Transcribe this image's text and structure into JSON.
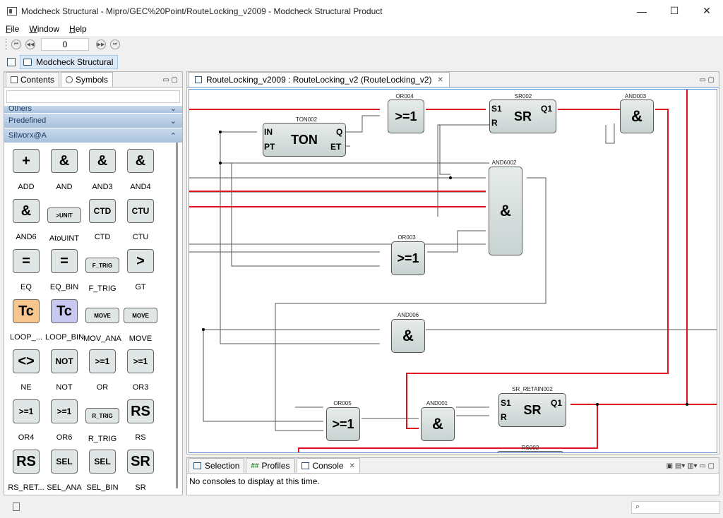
{
  "window": {
    "title": "Modcheck Structural - Mipro/GEC%20Point/RouteLocking_v2009 - Modcheck Structural Product",
    "minimize": "—",
    "maximize": "☐",
    "close": "✕"
  },
  "menu": [
    {
      "label": "File",
      "key": "F",
      "rest": "ile"
    },
    {
      "label": "Window",
      "key": "W",
      "rest": "indow"
    },
    {
      "label": "Help",
      "key": "H",
      "rest": "elp"
    }
  ],
  "toolbar": {
    "counter_value": "0",
    "nav_first": "⏮",
    "nav_prev": "◀◀",
    "nav_next": "▶▶",
    "nav_last": "⏭"
  },
  "perspective": {
    "label": "Modcheck Structural"
  },
  "left_panel": {
    "tabs": [
      {
        "label": "Contents",
        "active": false
      },
      {
        "label": "Symbols",
        "active": true
      }
    ],
    "categories": [
      {
        "label": "Others",
        "chevron": "⌄"
      },
      {
        "label": "Predefined",
        "chevron": "⌄"
      },
      {
        "label": "Silworx@A",
        "chevron": "⌃"
      }
    ],
    "symbols": [
      {
        "glyph": "+",
        "label": "ADD",
        "tint": "#dfe6e5"
      },
      {
        "glyph": "&",
        "label": "AND",
        "tint": "#dfe6e5"
      },
      {
        "glyph": "&",
        "label": "AND3",
        "tint": "#dfe6e5"
      },
      {
        "glyph": "&",
        "label": "AND4",
        "tint": "#dfe6e5"
      },
      {
        "glyph": "&",
        "label": "AND6",
        "tint": "#dfe6e5"
      },
      {
        "glyph": ">UNIT",
        "label": "AtoUINT",
        "tint": "#dfe6e5"
      },
      {
        "glyph": "CTD",
        "label": "CTD",
        "tint": "#dfe6e5"
      },
      {
        "glyph": "CTU",
        "label": "CTU",
        "tint": "#dfe6e5"
      },
      {
        "glyph": "=",
        "label": "EQ",
        "tint": "#dfe6e5"
      },
      {
        "glyph": "=",
        "label": "EQ_BIN",
        "tint": "#dfe6e5"
      },
      {
        "glyph": "F_TRIG",
        "label": "F_TRIG",
        "tint": "#dfe6e5"
      },
      {
        "glyph": ">",
        "label": "GT",
        "tint": "#dfe6e5"
      },
      {
        "glyph": "Tc",
        "label": "LOOP_...",
        "tint": "#f6c68e"
      },
      {
        "glyph": "Tc",
        "label": "LOOP_BIN",
        "tint": "#c8c8f0"
      },
      {
        "glyph": "MOVE",
        "label": "MOV_ANA",
        "tint": "#dfe6e5"
      },
      {
        "glyph": "MOVE",
        "label": "MOVE",
        "tint": "#dfe6e5"
      },
      {
        "glyph": "<>",
        "label": "NE",
        "tint": "#dfe6e5"
      },
      {
        "glyph": "NOT",
        "label": "NOT",
        "tint": "#dfe6e5"
      },
      {
        "glyph": ">=1",
        "label": "OR",
        "tint": "#dfe6e5"
      },
      {
        "glyph": ">=1",
        "label": "OR3",
        "tint": "#dfe6e5"
      },
      {
        "glyph": ">=1",
        "label": "OR4",
        "tint": "#dfe6e5"
      },
      {
        "glyph": ">=1",
        "label": "OR6",
        "tint": "#dfe6e5"
      },
      {
        "glyph": "R_TRIG",
        "label": "R_TRIG",
        "tint": "#dfe6e5"
      },
      {
        "glyph": "RS",
        "label": "RS",
        "tint": "#dfe6e5"
      },
      {
        "glyph": "RS",
        "label": "RS_RET...",
        "tint": "#dfe6e5"
      },
      {
        "glyph": "SEL",
        "label": "SEL_ANA",
        "tint": "#dfe6e5"
      },
      {
        "glyph": "SEL",
        "label": "SEL_BIN",
        "tint": "#dfe6e5"
      },
      {
        "glyph": "SR",
        "label": "SR",
        "tint": "#dfe6e5"
      }
    ]
  },
  "editor": {
    "tab_label": "RouteLocking_v2009 : RouteLocking_v2 (RouteLocking_v2)",
    "tab_close": "✕",
    "blocks": [
      {
        "id": "TON002",
        "glyph": "TON",
        "pins_in": [
          "IN",
          "PT"
        ],
        "pins_out": [
          "Q",
          "ET"
        ]
      },
      {
        "id": "OR004",
        "glyph": ">=1"
      },
      {
        "id": "SR002",
        "glyph": "SR",
        "pins_in": [
          "S1",
          "R"
        ],
        "pins_out": [
          "Q1"
        ]
      },
      {
        "id": "AND003",
        "glyph": "&"
      },
      {
        "id": "AND6002",
        "glyph": "&"
      },
      {
        "id": "OR003",
        "glyph": ">=1"
      },
      {
        "id": "AND006",
        "glyph": "&"
      },
      {
        "id": "OR005",
        "glyph": ">=1"
      },
      {
        "id": "AND001",
        "glyph": "&"
      },
      {
        "id": "SR_RETAIN002",
        "glyph": "SR",
        "pins_in": [
          "S1",
          "R"
        ],
        "pins_out": [
          "Q1"
        ]
      },
      {
        "id": "RS002",
        "glyph": ""
      }
    ]
  },
  "bottom_panel": {
    "tabs": [
      {
        "label": "Selection",
        "active": false
      },
      {
        "label": "Profiles",
        "active": false
      },
      {
        "label": "Console",
        "active": true
      }
    ],
    "message": "No consoles to display at this time."
  },
  "colors": {
    "signal_true": "#e0141e",
    "signal_false": "#555555",
    "block_fill": "#dfe6e5",
    "category_text": "#1d3c66"
  }
}
